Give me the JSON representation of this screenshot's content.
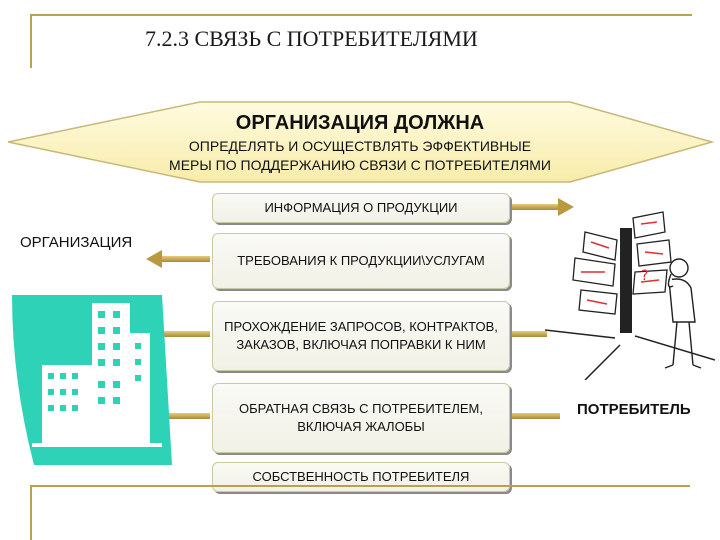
{
  "title": "7.2.3    СВЯЗЬ С ПОТРЕБИТЕЛЯМИ",
  "banner": {
    "heading": "ОРГАНИЗАЦИЯ ДОЛЖНА",
    "line1": "ОПРЕДЕЛЯТЬ И ОСУЩЕСТВЛЯТЬ ЭФФЕКТИВНЫЕ",
    "line2": "МЕРЫ ПО ПОДДЕРЖАНИЮ СВЯЗИ С ПОТРЕБИТЕЛЯМИ"
  },
  "labels": {
    "organization": "ОРГАНИЗАЦИЯ",
    "consumer": "ПОТРЕБИТЕЛЬ"
  },
  "boxes": {
    "info": "ИНФОРМАЦИЯ О ПРОДУКЦИИ",
    "requirements": "ТРЕБОВАНИЯ К ПРОДУКЦИИ\\УСЛУГАМ",
    "inquiries": "ПРОХОЖДЕНИЕ ЗАПРОСОВ, КОНТРАКТОВ, ЗАКАЗОВ, ВКЛЮЧАЯ ПОПРАВКИ К НИМ",
    "feedback": "ОБРАТНАЯ СВЯЗЬ С ПОТРЕБИТЕЛЕМ, ВКЛЮЧАЯ ЖАЛОБЫ",
    "property": "СОБСТВЕННОСТЬ ПОТРЕБИТЕЛЯ"
  },
  "colors": {
    "frame": "#b9a24e",
    "banner_fill": "#fff8c8",
    "arrow": "#c8a94a",
    "building": "#2ed3b7"
  }
}
